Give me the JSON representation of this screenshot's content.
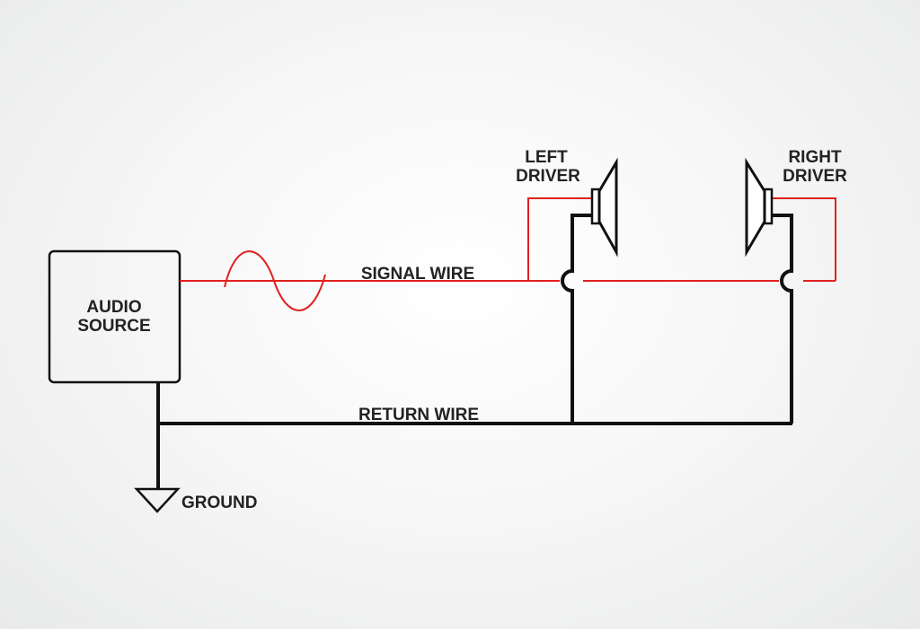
{
  "colors": {
    "signal_wire": "#e02020",
    "return_wire": "#111111",
    "label_text": "#222222"
  },
  "labels": {
    "audio_source_line1": "AUDIO",
    "audio_source_line2": "SOURCE",
    "signal_wire": "SIGNAL WIRE",
    "return_wire": "RETURN WIRE",
    "ground": "GROUND",
    "left_driver_line1": "LEFT",
    "left_driver_line2": "DRIVER",
    "right_driver_line1": "RIGHT",
    "right_driver_line2": "DRIVER"
  },
  "icons": {
    "ground": "ground-symbol-icon",
    "speaker": "speaker-driver-icon",
    "waveform": "sine-wave-icon"
  }
}
